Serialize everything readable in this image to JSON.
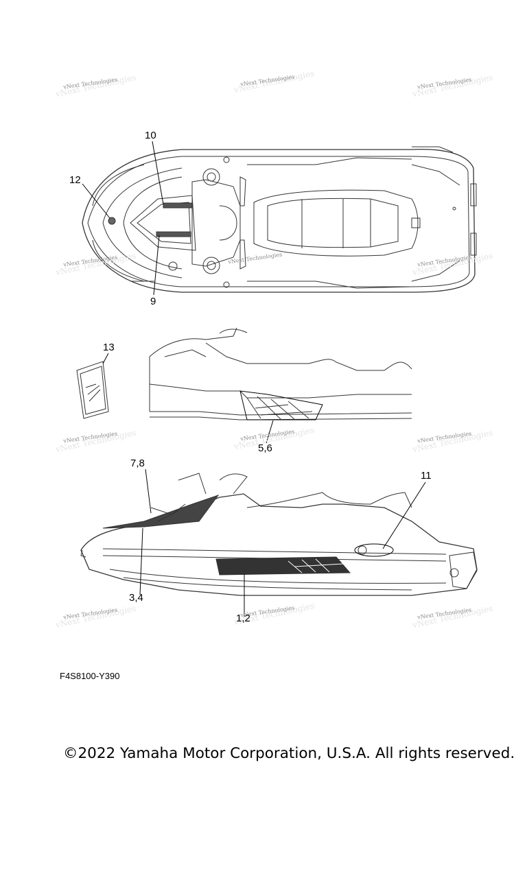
{
  "watermark_text": "vNext Technologies",
  "callouts": {
    "c10": "10",
    "c12": "12",
    "c9": "9",
    "c13": "13",
    "c56": "5,6",
    "c78": "7,8",
    "c11": "11",
    "c34": "3,4",
    "c12b": "1,2"
  },
  "drawing_code": "F4S8100-Y390",
  "copyright": "©2022 Yamaha Motor Corporation, U.S.A. All rights reserved.",
  "colors": {
    "line": "#333333",
    "watermark": "#888888",
    "background": "#ffffff"
  }
}
